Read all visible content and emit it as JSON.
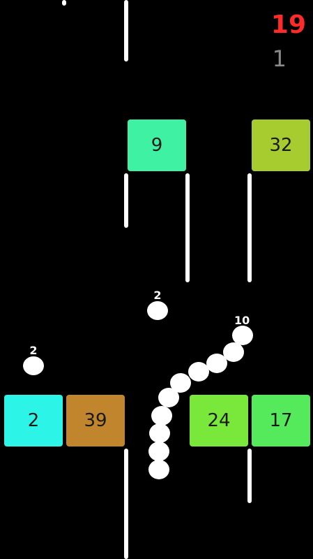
{
  "hud": {
    "score": "19",
    "level": "1"
  },
  "colors": {
    "score": "#ff2a2a",
    "level": "#8a8a8a",
    "background": "#000000",
    "walls": "#ffffff"
  },
  "blocks_top": [
    {
      "value": "9",
      "color": "#3ff2a3"
    },
    {
      "value": "32",
      "color": "#a6cc30"
    }
  ],
  "blocks_bottom": [
    {
      "value": "2",
      "color": "#2cf5e7"
    },
    {
      "value": "39",
      "color": "#c0852d"
    },
    {
      "value": "24",
      "color": "#7ae83a"
    },
    {
      "value": "17",
      "color": "#55e95c"
    }
  ],
  "food": [
    {
      "value": "2"
    },
    {
      "value": "2"
    }
  ],
  "snake": {
    "length": "10"
  }
}
